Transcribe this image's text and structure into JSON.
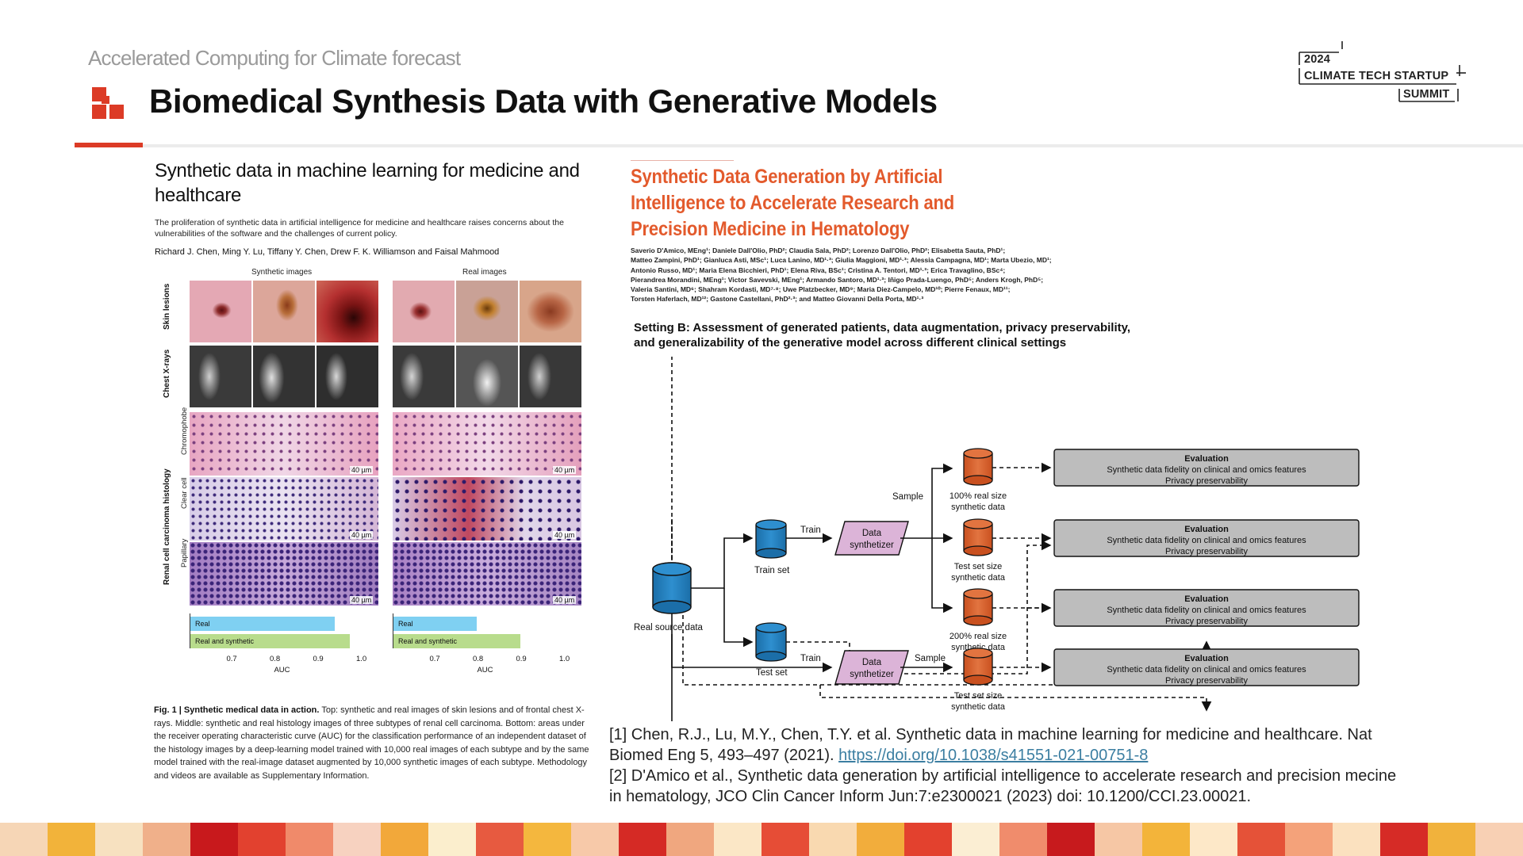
{
  "header": {
    "subtitle": "Accelerated Computing for Climate forecast",
    "title": "Biomedical Synthesis Data with Generative Models",
    "logo": {
      "line1": "2024",
      "line2": "CLIMATE TECH STARTUP",
      "line3": "SUMMIT"
    }
  },
  "paper_left": {
    "title": "Synthetic data in machine learning for medicine and healthcare",
    "abstract": "The proliferation of synthetic data in artificial intelligence for medicine and healthcare raises concerns about the vulnerabilities of the software and the challenges of current policy.",
    "authors": "Richard J. Chen, Ming Y. Lu, Tiffany Y. Chen, Drew F. K. Williamson and Faisal Mahmood",
    "figure": {
      "col_synthetic": "Synthetic images",
      "col_real": "Real images",
      "row_skin": "Skin lesions",
      "row_xray": "Chest X-rays",
      "row_renal": "Renal cell carcinoma histology",
      "sub_chromophobe": "Chromophobe",
      "sub_clear": "Clear cell",
      "sub_papillary": "Papillary",
      "scale": "40 µm",
      "bar_real": "Real",
      "bar_real_synth": "Real and synthetic",
      "auc_label": "AUC",
      "ticks": [
        "0.7",
        "0.8",
        "0.9",
        "1.0"
      ]
    },
    "caption_lead": "Fig. 1 | Synthetic medical data in action.",
    "caption_body": " Top: synthetic and real images of skin lesions and of frontal chest X-rays. Middle: synthetic and real histology images of three subtypes of renal cell carcinoma. Bottom: areas under the receiver operating characteristic curve (AUC) for the classification performance of an independent dataset of the histology images by a deep-learning model trained with 10,000 real images of each subtype and by the same model trained with the real-image dataset augmented by 10,000 synthetic images of each subtype. Methodology and videos are available as Supplementary Information."
  },
  "chart_data": [
    {
      "type": "bar",
      "title": "",
      "xlabel": "AUC",
      "xlim": [
        0.6,
        1.0
      ],
      "categories": [
        "Real",
        "Real and synthetic"
      ],
      "values": [
        0.935,
        0.97
      ]
    },
    {
      "type": "bar",
      "title": "",
      "xlabel": "AUC",
      "xlim": [
        0.6,
        1.0
      ],
      "categories": [
        "Real",
        "Real and synthetic"
      ],
      "values": [
        0.795,
        0.895
      ]
    }
  ],
  "paper_right": {
    "title": "Synthetic Data Generation by Artificial Intelligence to Accelerate Research and Precision Medicine in Hematology",
    "authors": [
      "Saverio D'Amico, MEng¹; Daniele Dall'Olio, PhD²; Claudia Sala, PhD²; Lorenzo Dall'Olio, PhD²; Elisabetta Sauta, PhD¹;",
      "Matteo Zampini, PhD¹; Gianluca Asti, MSc¹; Luca Lanino, MD¹·³; Giulia Maggioni, MD¹·³; Alessia Campagna, MD¹; Marta Ubezio, MD¹;",
      "Antonio Russo, MD¹; Maria Elena Bicchieri, PhD¹; Elena Riva, BSc¹; Cristina A. Tentori, MD¹·³; Erica Travaglino, BSc⁴;",
      "Pierandrea Morandini, MEng¹; Victor Savevski, MEng¹; Armando Santoro, MD¹·³; Iñigo Prada-Luengo, PhD⁵; Anders Krogh, PhD⁵;",
      "Valeria Santini, MD⁶; Shahram Kordasti, MD⁷·⁸; Uwe Platzbecker, MD⁹; Maria Diez-Campelo, MD¹⁰; Pierre Fenaux, MD¹¹;",
      "Torsten Haferlach, MD¹²; Gastone Castellani, PhD²·³; and Matteo Giovanni Della Porta, MD¹·³"
    ],
    "setting_line1": "Setting B: Assessment of generated patients, data augmentation, privacy preservability,",
    "setting_line2": "and generalizability of the generative model across different clinical settings",
    "diagram": {
      "real_source": "Real source data",
      "train_set": "Train set",
      "test_set": "Test set",
      "train": "Train",
      "sample": "Sample",
      "synth_line1": "Data",
      "synth_line2": "synthetizer",
      "out1_l1": "100% real size",
      "out2_l1": "Test set size",
      "out3_l1": "200% real size",
      "out_l2": "synthetic data",
      "eval_title": "Evaluation",
      "eval_l1": "Synthetic data fidelity on clinical and omics features",
      "eval_l2": "Privacy preservability"
    }
  },
  "references": {
    "ref1": "[1] Chen, R.J., Lu, M.Y., Chen, T.Y. et al. Synthetic data in machine learning for medicine and healthcare. Nat Biomed Eng 5, 493–497 (2021). ",
    "ref1_link": "https://doi.org/10.1038/s41551-021-00751-8",
    "ref2": "[2] D'Amico et al., Synthetic data generation by artificial intelligence to accelerate research and precision mecine in hematology, JCO Clin Cancer Inform Jun:7:e2300021 (2023) doi: 10.1200/CCI.23.00021."
  },
  "colors": {
    "brand_red": "#dc3b26",
    "title_orange": "#e35a2c",
    "cylinder_blue": "#1f77b4",
    "cylinder_orange": "#d95f2b",
    "synth_pink": "#dcb4d8",
    "eval_grey": "#bdbdbd",
    "bar_real": "#7fd0f2",
    "bar_real_synth": "#b8dc8c"
  }
}
